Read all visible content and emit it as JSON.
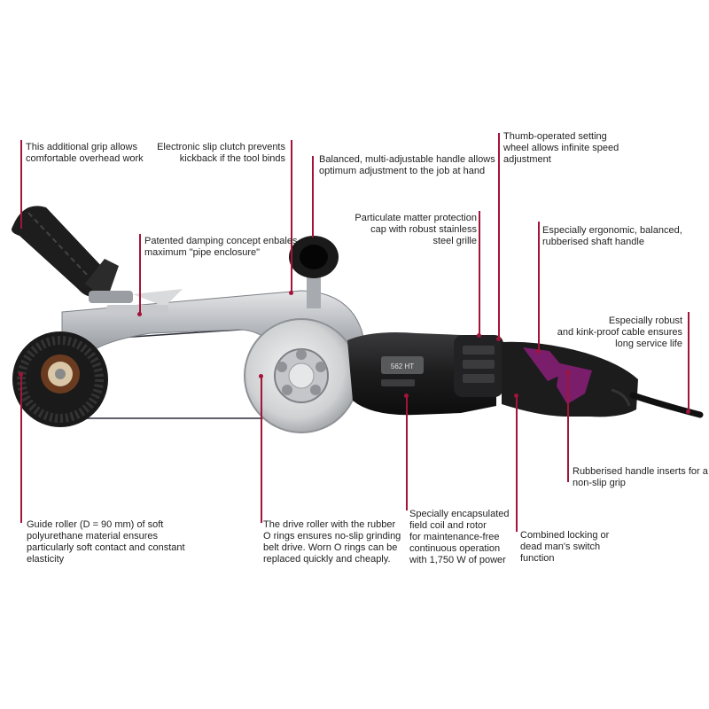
{
  "tool": {
    "model_badge": "562 HT",
    "accent_color": "#7a1e6b",
    "leader_color": "#a3143a"
  },
  "callouts": [
    {
      "id": "additional-grip",
      "text": "This additional grip allows\ncomfortable overhead work"
    },
    {
      "id": "slip-clutch",
      "text": "Electronic slip clutch prevents\nkickback if the tool binds"
    },
    {
      "id": "balanced-handle",
      "text": "Balanced, multi-adjustable handle allows\noptimum adjustment to the job at hand"
    },
    {
      "id": "setting-wheel",
      "text": "Thumb-operated setting\nwheel allows infinite speed\nadjustment"
    },
    {
      "id": "protection-cap",
      "text": "Particulate matter protection\ncap with robust stainless\nsteel grille"
    },
    {
      "id": "shaft-handle",
      "text": "Especially ergonomic, balanced,\nrubberised shaft handle"
    },
    {
      "id": "damping",
      "text": "Patented damping concept enbales\nmaximum \"pipe enclosure\""
    },
    {
      "id": "cable",
      "text": "Especially robust\nand kink-proof cable ensures\nlong service life"
    },
    {
      "id": "handle-inserts",
      "text": "Rubberised handle inserts for a\nnon-slip grip"
    },
    {
      "id": "guide-roller",
      "text": "Guide roller (D = 90 mm) of soft\npolyurethane material ensures\nparticularly soft contact and constant\nelasticity"
    },
    {
      "id": "drive-roller",
      "text": "The drive roller with the rubber\nO rings ensures no-slip grinding\nbelt drive. Worn O rings can be\nreplaced quickly and cheaply."
    },
    {
      "id": "field-coil",
      "text": "Specially encapsulated\nfield coil and rotor\nfor maintenance-free\ncontinuous operation\nwith 1,750 W of power"
    },
    {
      "id": "locking-switch",
      "text": "Combined locking or\ndead man's switch\nfunction"
    }
  ]
}
